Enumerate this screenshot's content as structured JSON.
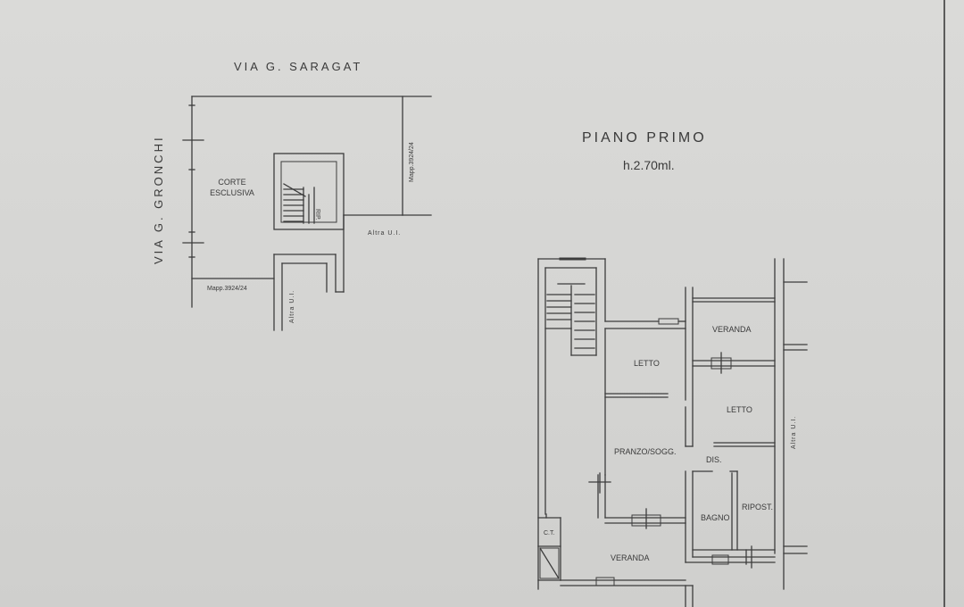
{
  "site_plan": {
    "street_top": "VIA G. SARAGAT",
    "street_left": "VIA G. GRONCHI",
    "corte_line1": "CORTE",
    "corte_line2": "ESCLUSIVA",
    "rip": "RIP.",
    "mapp_right": "Mapp.3924/24",
    "mapp_bottom": "Mapp.3924/24",
    "altra_right": "Altra U.I.",
    "altra_bottom": "Altra U.I."
  },
  "floor": {
    "title": "PIANO PRIMO",
    "height": "h.2.70ml."
  },
  "rooms": {
    "veranda_top": "VERANDA",
    "letto_left": "LETTO",
    "letto_right": "LETTO",
    "pranzo": "PRANZO/SOGG.",
    "dis": "DIS.",
    "ripost": "RIPOST.",
    "bagno": "BAGNO",
    "ct": "C.T.",
    "veranda_bottom": "VERANDA",
    "altra_ui": "Altra U.I."
  },
  "colors": {
    "paper": "#d6d6d4",
    "ink": "#3a3a3a"
  }
}
